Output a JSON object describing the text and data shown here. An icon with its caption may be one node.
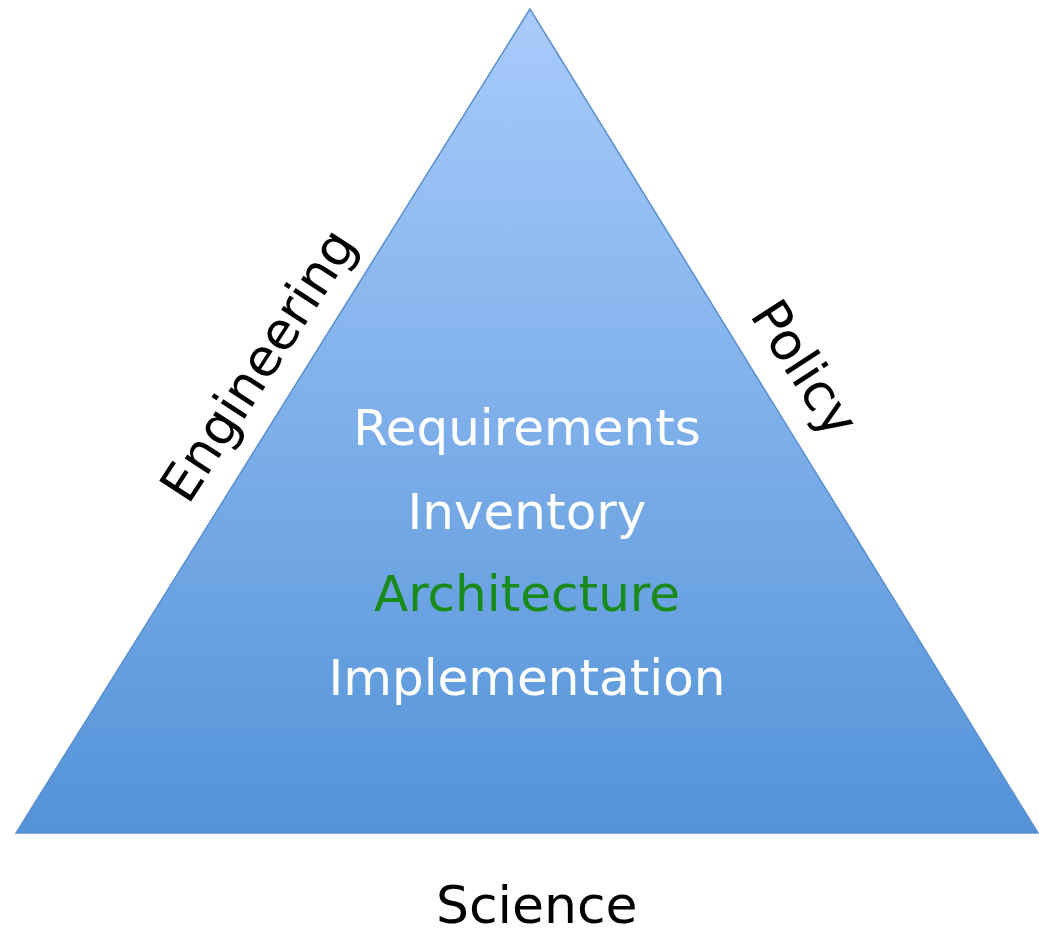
{
  "diagram": {
    "nodes": [
      {
        "text": [
          "Requirements",
          "Inventory",
          "Architecture",
          "Implementation"
        ]
      }
    ],
    "labels": [
      "Engineering",
      "Policy",
      "Science"
    ]
  }
}
